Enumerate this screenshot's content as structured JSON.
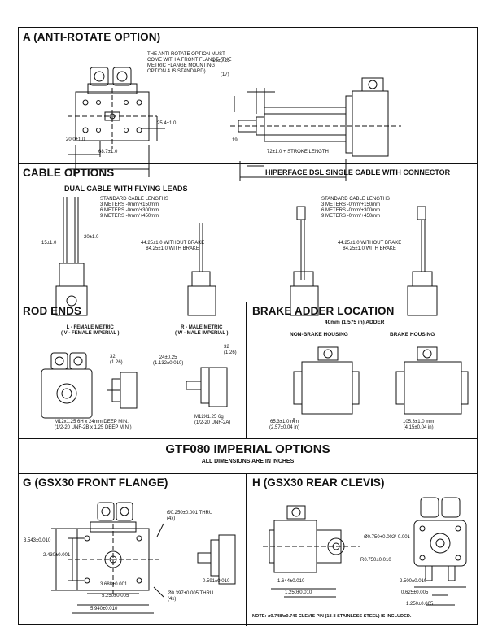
{
  "sections": {
    "anti_rotate": {
      "title": "A (ANTI-ROTATE OPTION)",
      "note": "THE ANTI-ROTATE OPTION MUST\nCOME WITH A FRONT FLANGE (THE\nMETRIC FLANGE MOUNTING\nOPTION 4 IS STANDARD)",
      "dim_15": "15±0.25",
      "dim_17": "(17)",
      "dim_25_4": "25.4±1.0",
      "dim_20": "20.0±1.0",
      "dim_68_7": "68.7±1.0",
      "dim_19": "19",
      "dim_72": "72±1.0 + STROKE LENGTH"
    },
    "cable": {
      "title": "CABLE OPTIONS",
      "dual_title": "DUAL CABLE WITH FLYING LEADS",
      "hiperface_title": "HIPERFACE DSL SINGLE CABLE WITH CONNECTOR",
      "lengths_note": "STANDARD CABLE LENGTHS\n3 METERS -0mm/+150mm\n6 METERS -0mm/+300mm\n9 METERS -0mm/+450mm",
      "lengths_note_2": "STANDARD CABLE LENGTHS\n3 METERS -0mm/+150mm\n6 METERS -0mm/+300mm\n9 METERS -0mm/+450mm",
      "dim_15": "15±1.0",
      "dim_20": "20±1.0",
      "brake_note": "44.25±1.0 WITHOUT BRAKE\n84.25±1.0 WITH BRAKE",
      "brake_note_2": "44.25±1.0 WITHOUT BRAKE\n84.25±1.0 WITH BRAKE"
    },
    "rod_ends": {
      "title": "ROD ENDS",
      "female_label": "L - FEMALE METRIC\n( V - FEMALE IMPERIAL )",
      "male_label": "R - MALE METRIC\n( W - MALE IMPERIAL )",
      "dim_32": "32\n(1.26)",
      "dim_32_b": "32\n(1.26)",
      "dim_24": "24±0.25\n(1.132±0.010)",
      "female_thread": "M12x1.25 6H x 24mm DEEP MIN.\n(1/2-20 UNF-2B x 1.25 DEEP MIN.)",
      "male_thread": "M12X1.25 6g\n(1/2-20 UNF-2A)"
    },
    "brake_adder": {
      "title": "BRAKE ADDER LOCATION",
      "subtitle": "40mm (1.575 in) ADDER",
      "non_brake": "NON-BRAKE HOUSING",
      "brake": "BRAKE HOUSING",
      "dim_65": "65.3±1.0 mm\n(2.57±0.04 in)",
      "dim_105": "105.3±1.0 mm\n(4.15±0.04 in)"
    },
    "imperial": {
      "title": "GTF080 IMPERIAL OPTIONS",
      "subtitle": "ALL DIMENSIONS ARE IN INCHES"
    },
    "flange": {
      "title": "G (GSX30 FRONT FLANGE)",
      "thru_250": "Ø0.250±0.001 THRU\n(4x)",
      "thru_397": "Ø0.397±0.005 THRU\n(4x)",
      "dim_3543": "3.543±0.010",
      "dim_2430": "2.430±0.001",
      "dim_3688": "3.688±0.001",
      "dim_5250": "5.250±0.005",
      "dim_5940": "5.940±0.010",
      "dim_0591": "0.591±0.010"
    },
    "clevis": {
      "title": "H (GSX30 REAR CLEVIS)",
      "dim_0750": "Ø0.750+0.002/-0.001",
      "dim_r0750": "R0.750±0.010",
      "dim_1644": "1.644±0.010",
      "dim_1250a": "1.250±0.010",
      "dim_2500": "2.500±0.010",
      "dim_0625": "0.625±0.005",
      "dim_1250b": "1.250±0.005",
      "note": "NOTE: ø0.748/ø0.746 CLEVIS PIN (18-8 STAINLESS STEEL) IS INCLUDED."
    }
  },
  "colors": {
    "ink": "#111111",
    "paper": "#ffffff",
    "shade": "#d9d9d9"
  }
}
